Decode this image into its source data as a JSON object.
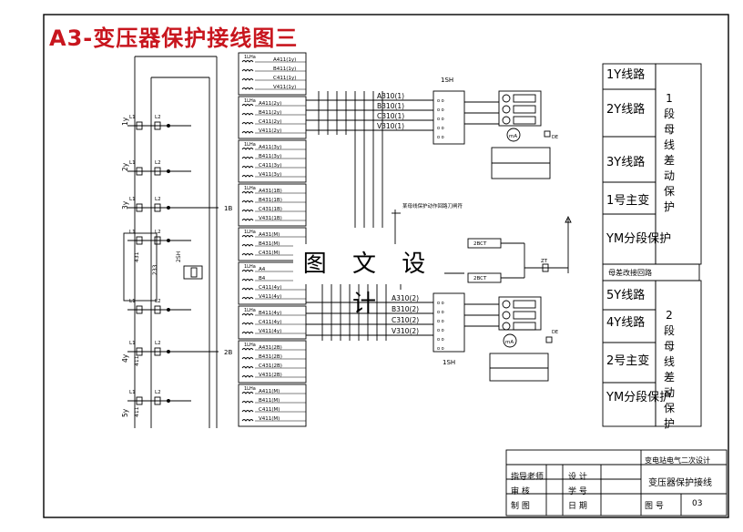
{
  "title": "A3-变压器保护接线图三",
  "watermark": "图 文 设 计",
  "left_ct": {
    "groups": [
      "1y",
      "2y",
      "3y",
      "4y",
      "5y"
    ],
    "labels": {
      "L1": "L1",
      "L2": "L2",
      "n411": "411",
      "n431": "431",
      "n233": "233",
      "n2sh": "2SH",
      "b1": "1B",
      "b2": "2B"
    }
  },
  "ct_blocks": [
    {
      "rows": [
        "A411(1y)",
        "B411(1y)",
        "C411(1y)",
        "V411(1y)"
      ]
    },
    {
      "rows": [
        "A411(2y)",
        "B411(2y)",
        "C411(2y)",
        "V411(2y)"
      ]
    },
    {
      "rows": [
        "A411(3y)",
        "B411(3y)",
        "C411(3y)",
        "V411(3y)"
      ]
    },
    {
      "rows": [
        "A431(1B)",
        "B431(1B)",
        "C431(1B)",
        "V431(1B)"
      ]
    },
    {
      "rows": [
        "A431(M)",
        "B431(M)",
        "C431(M)"
      ]
    },
    {
      "rows": [
        "A4",
        "B4",
        "C411(4y)",
        "V411(4y)"
      ]
    },
    {
      "rows": [
        "B411(4y)",
        "C411(4y)",
        "V411(4y)"
      ]
    },
    {
      "rows": [
        "A431(2B)",
        "B431(2B)",
        "C431(2B)",
        "V431(2B)"
      ]
    },
    {
      "rows": [
        "A411(M)",
        "B411(M)",
        "C411(M)",
        "V411(M)"
      ]
    }
  ],
  "ct_tag": "1LHa",
  "bus1": {
    "labels": [
      "A310(1)",
      "B310(1)",
      "C310(1)",
      "V310(1)"
    ],
    "sh": "1SH"
  },
  "bus2": {
    "labels": [
      "A310(2)",
      "B310(2)",
      "C310(2)",
      "V310(2)"
    ],
    "sh": "1SH"
  },
  "note": "某母线保护动作回路刀闸符",
  "relays": [
    "2BCT",
    "2BCT",
    "ZT",
    "DE",
    "DE",
    "mA",
    "mA"
  ],
  "right_panel": {
    "rows1": [
      "1Y线路",
      "2Y线路",
      "3Y线路",
      "1号主变",
      "YM分段保护"
    ],
    "side1": "1段母线差动保护",
    "middle": "母差改接回路",
    "rows2": [
      "5Y线路",
      "4Y线路",
      "2号主变",
      "YM分段保护"
    ],
    "side2": "2段母线差动保护"
  },
  "title_block": {
    "project": "变电站电气二次设计",
    "drawing": "变压器保护接线",
    "labels": [
      "指导老师",
      "设 计",
      "审 核",
      "学 号",
      "制 图",
      "日 期",
      "图 号"
    ],
    "number": "03"
  }
}
